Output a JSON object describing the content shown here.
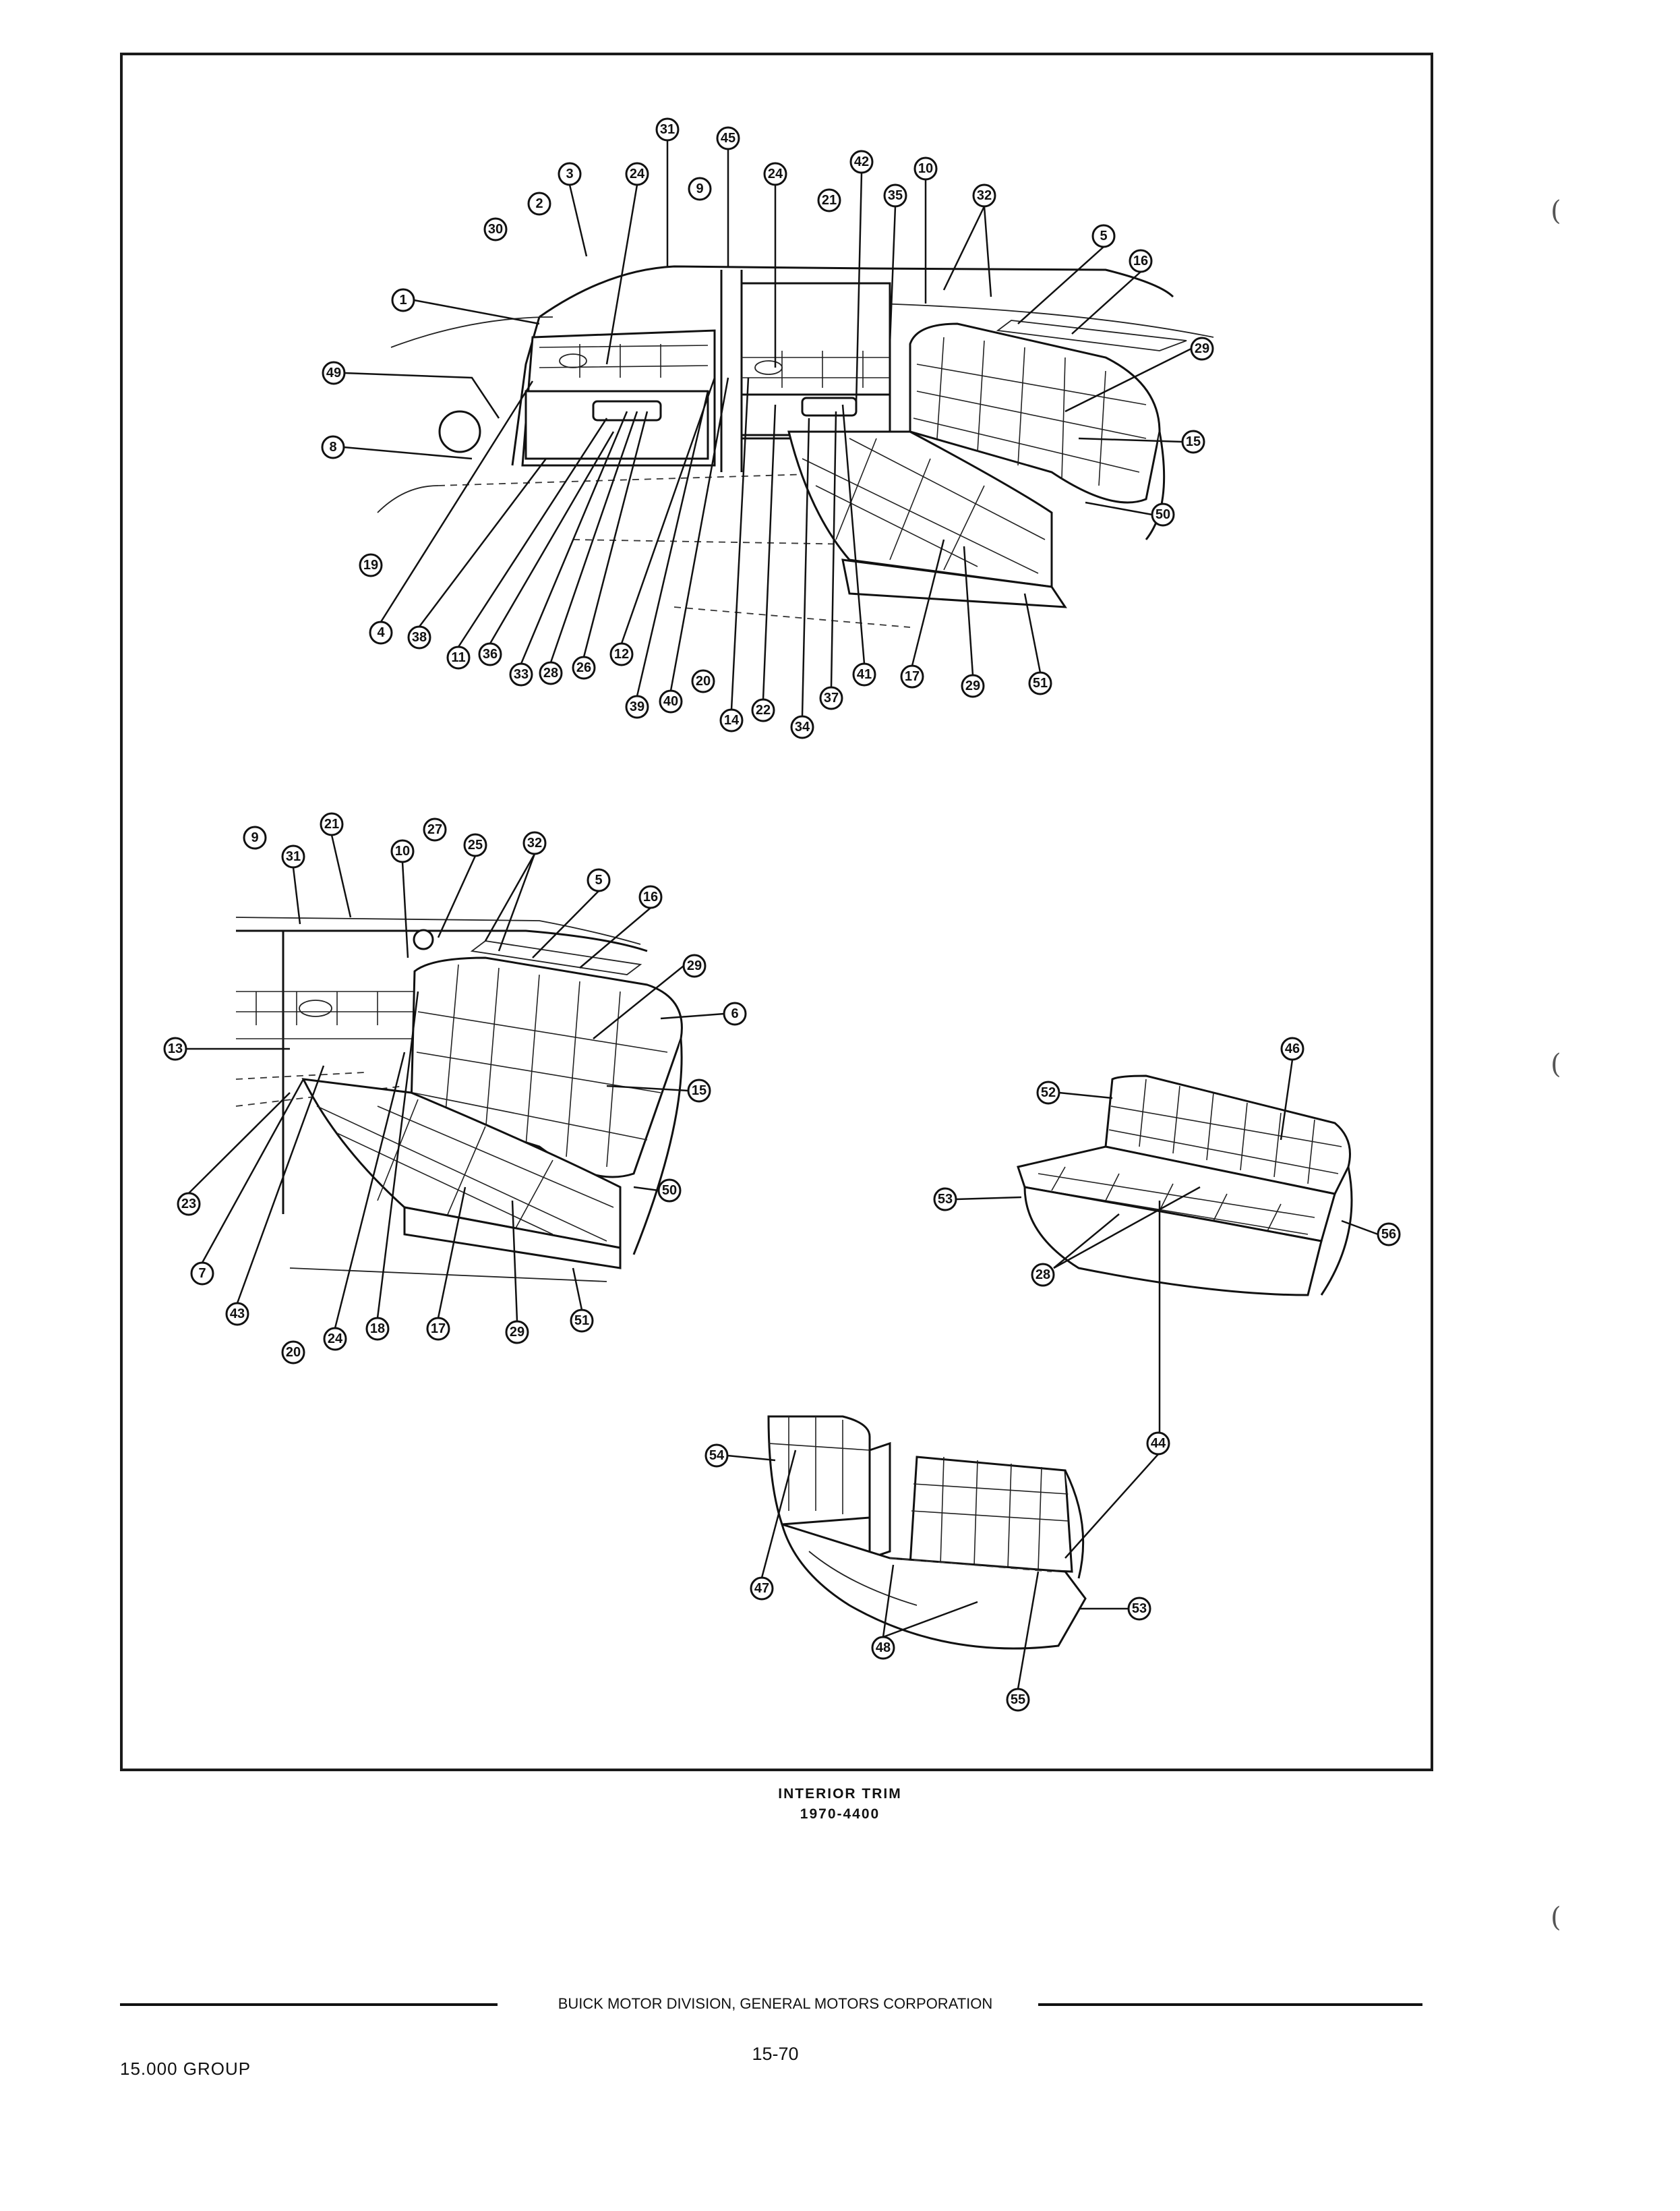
{
  "figure": {
    "top_view": {
      "callouts": [
        "31",
        "45",
        "3",
        "24",
        "9",
        "24",
        "42",
        "10",
        "21",
        "35",
        "32",
        "2",
        "30",
        "5",
        "16",
        "1",
        "29",
        "49",
        "15",
        "8",
        "50",
        "19",
        "4",
        "38",
        "11",
        "36",
        "33",
        "28",
        "26",
        "12",
        "39",
        "40",
        "20",
        "14",
        "22",
        "34",
        "37",
        "41",
        "17",
        "29",
        "51"
      ]
    },
    "left_view": {
      "callouts": [
        "9",
        "31",
        "21",
        "10",
        "27",
        "25",
        "32",
        "5",
        "16",
        "29",
        "6",
        "13",
        "15",
        "23",
        "50",
        "7",
        "43",
        "20",
        "24",
        "18",
        "17",
        "29",
        "51"
      ]
    },
    "bench_view": {
      "callouts": [
        "52",
        "46",
        "53",
        "56",
        "28"
      ]
    },
    "folded_view": {
      "callouts": [
        "54",
        "47",
        "44",
        "53",
        "48",
        "55"
      ]
    }
  },
  "caption": {
    "title": "INTERIOR TRIM",
    "code": "1970-4400"
  },
  "footer": {
    "publisher": "BUICK MOTOR DIVISION, GENERAL MOTORS CORPORATION",
    "group": "15.000 GROUP",
    "page_number": "15-70"
  }
}
